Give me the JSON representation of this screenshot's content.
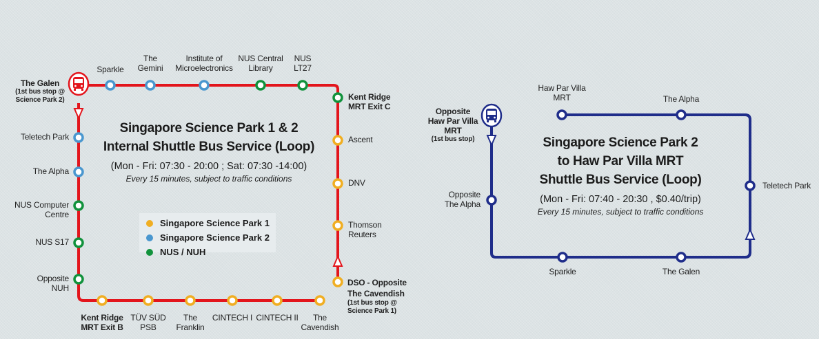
{
  "colors": {
    "route1_line": "#e3151c",
    "route2_line": "#1f2d8a",
    "park1": "#f0ae22",
    "park2": "#4a97cf",
    "nus": "#11923c",
    "background": "#d9e0e2"
  },
  "route1": {
    "title_line1": "Singapore Science Park 1 & 2",
    "title_line2": "Internal Shuttle Bus Service (Loop)",
    "hours": "(Mon - Fri: 07:30 - 20:00 ; Sat: 07:30 -14:00)",
    "frequency": "Every 15 minutes, subject to traffic conditions",
    "start_icon": "bus-icon",
    "start_stop": {
      "name": "The Galen",
      "note": "(1st bus stop @ Science Park 2)"
    },
    "second_start": {
      "name": "DSO - Opposite The Cavendish",
      "line1": "DSO - Opposite",
      "line2": "The Cavendish",
      "note1": "(1st bus stop @",
      "note2": "Science Park 1)"
    },
    "top_stops": [
      {
        "l1": "Sparkle",
        "l2": "",
        "group": "park2"
      },
      {
        "l1": "The",
        "l2": "Gemini",
        "group": "park2"
      },
      {
        "l1": "Institute of",
        "l2": "Microelectronics",
        "group": "park2"
      },
      {
        "l1": "NUS Central",
        "l2": "Library",
        "group": "nus"
      },
      {
        "l1": "NUS",
        "l2": "LT27",
        "group": "nus"
      }
    ],
    "right_stops": [
      {
        "l1": "Kent Ridge",
        "l2": "MRT Exit C",
        "group": "nus",
        "bold": true
      },
      {
        "l1": "Ascent",
        "l2": "",
        "group": "park1"
      },
      {
        "l1": "DNV",
        "l2": "",
        "group": "park1"
      },
      {
        "l1": "Thomson",
        "l2": "Reuters",
        "group": "park1"
      }
    ],
    "left_stops": [
      {
        "l1": "Teletech Park",
        "l2": "",
        "group": "park2"
      },
      {
        "l1": "The Alpha",
        "l2": "",
        "group": "park2"
      },
      {
        "l1": "NUS Computer",
        "l2": "Centre",
        "group": "nus"
      },
      {
        "l1": "NUS S17",
        "l2": "",
        "group": "nus"
      },
      {
        "l1": "Opposite",
        "l2": "NUH",
        "group": "nus"
      }
    ],
    "bottom_stops": [
      {
        "l1": "Kent Ridge",
        "l2": "MRT Exit B",
        "group": "park1",
        "bold": true
      },
      {
        "l1": "TÜV SÜD",
        "l2": "PSB",
        "group": "park1"
      },
      {
        "l1": "The",
        "l2": "Franklin",
        "group": "park1"
      },
      {
        "l1": "CINTECH I",
        "l2": "",
        "group": "park1"
      },
      {
        "l1": "CINTECH II",
        "l2": "",
        "group": "park1"
      },
      {
        "l1": "The",
        "l2": "Cavendish",
        "group": "park1"
      }
    ],
    "legend": [
      {
        "label": "Singapore Science Park 1",
        "group": "park1"
      },
      {
        "label": "Singapore Science Park 2",
        "group": "park2"
      },
      {
        "label": "NUS / NUH",
        "group": "nus"
      }
    ]
  },
  "route2": {
    "title_line1": "Singapore Science Park 2",
    "title_line2": "to Haw Par Villa MRT",
    "title_line3": "Shuttle Bus Service (Loop)",
    "hours": "(Mon - Fri: 07:40 - 20:30 , $0.40/trip)",
    "frequency": "Every 15 minutes, subject to traffic conditions",
    "start_icon": "bus-icon",
    "start_stop": {
      "l1": "Opposite",
      "l2": "Haw Par Villa",
      "l3": "MRT",
      "note": "(1st bus stop)"
    },
    "left_stops": [
      {
        "l1": "Opposite",
        "l2": "The Alpha"
      }
    ],
    "top_stops": [
      {
        "l1": "Haw Par Villa",
        "l2": "MRT"
      },
      {
        "l1": "The Alpha",
        "l2": ""
      }
    ],
    "right_stops": [
      {
        "l1": "Teletech Park",
        "l2": ""
      }
    ],
    "bottom_stops": [
      {
        "l1": "Sparkle",
        "l2": ""
      },
      {
        "l1": "The Galen",
        "l2": ""
      }
    ]
  }
}
